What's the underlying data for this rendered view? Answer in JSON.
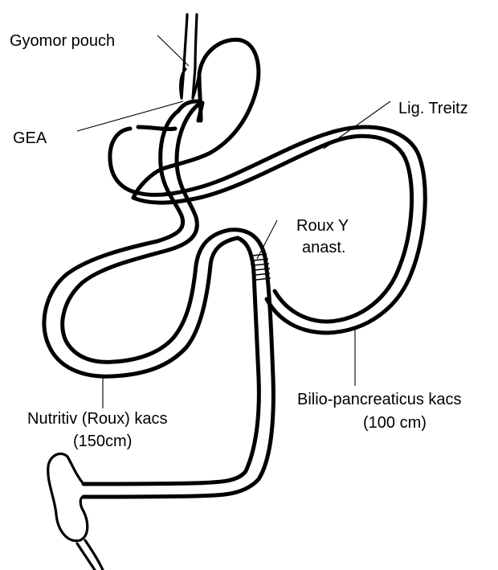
{
  "labels": {
    "gyomor_pouch": "Gyomor pouch",
    "gea": "GEA",
    "lig_treitz": "Lig. Treitz",
    "roux_y_line1": "Roux Y",
    "roux_y_line2": "anast.",
    "bilio_line1": "Bilio-pancreaticus kacs",
    "bilio_line2": "(100 cm)",
    "nutritiv_line1": "Nutritiv (Roux) kacs",
    "nutritiv_line2": "(150cm)"
  },
  "colors": {
    "line": "#000000",
    "background": "#ffffff"
  }
}
